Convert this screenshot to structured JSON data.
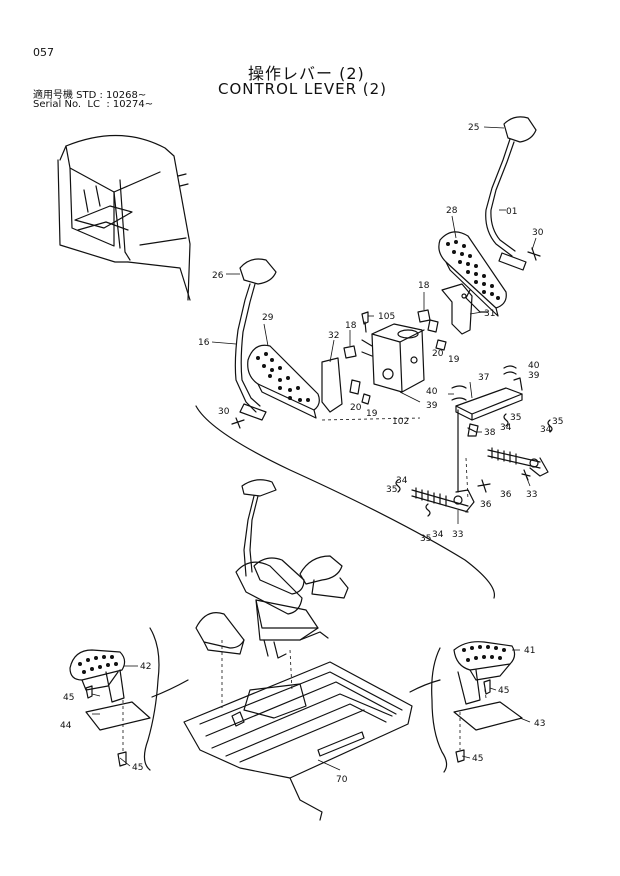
{
  "header": {
    "page_number": "057",
    "title_jp": "操作レバー (2)",
    "title_en": "CONTROL LEVER (2)",
    "serial_line1": "適用号機 STD : 10268~",
    "serial_line2": "Serial No.  LC  : 10274~"
  },
  "callouts": {
    "c01": "01",
    "c25": "25",
    "c28": "28",
    "c30a": "30",
    "c30b": "30",
    "c26": "26",
    "c16": "16",
    "c29": "29",
    "c32": "32",
    "c18a": "18",
    "c18b": "18",
    "c105": "105",
    "c31": "31",
    "c20a": "20",
    "c19a": "19",
    "c20b": "20",
    "c19b": "19",
    "c102": "102",
    "c40a": "40",
    "c39a": "39",
    "c37": "37",
    "c40b": "40",
    "c39b": "39",
    "c35a": "35",
    "c34a": "34",
    "c34b": "34",
    "c35b": "35",
    "c38": "38",
    "c36a": "36",
    "c33a": "33",
    "c35c": "35",
    "c34c": "34",
    "c36b": "36",
    "c35d": "35",
    "c34d": "34",
    "c33b": "33",
    "c42": "42",
    "c45a": "45",
    "c44": "44",
    "c45b": "45",
    "c41": "41",
    "c45c": "45",
    "c43": "43",
    "c45d": "45",
    "c70": "70"
  }
}
